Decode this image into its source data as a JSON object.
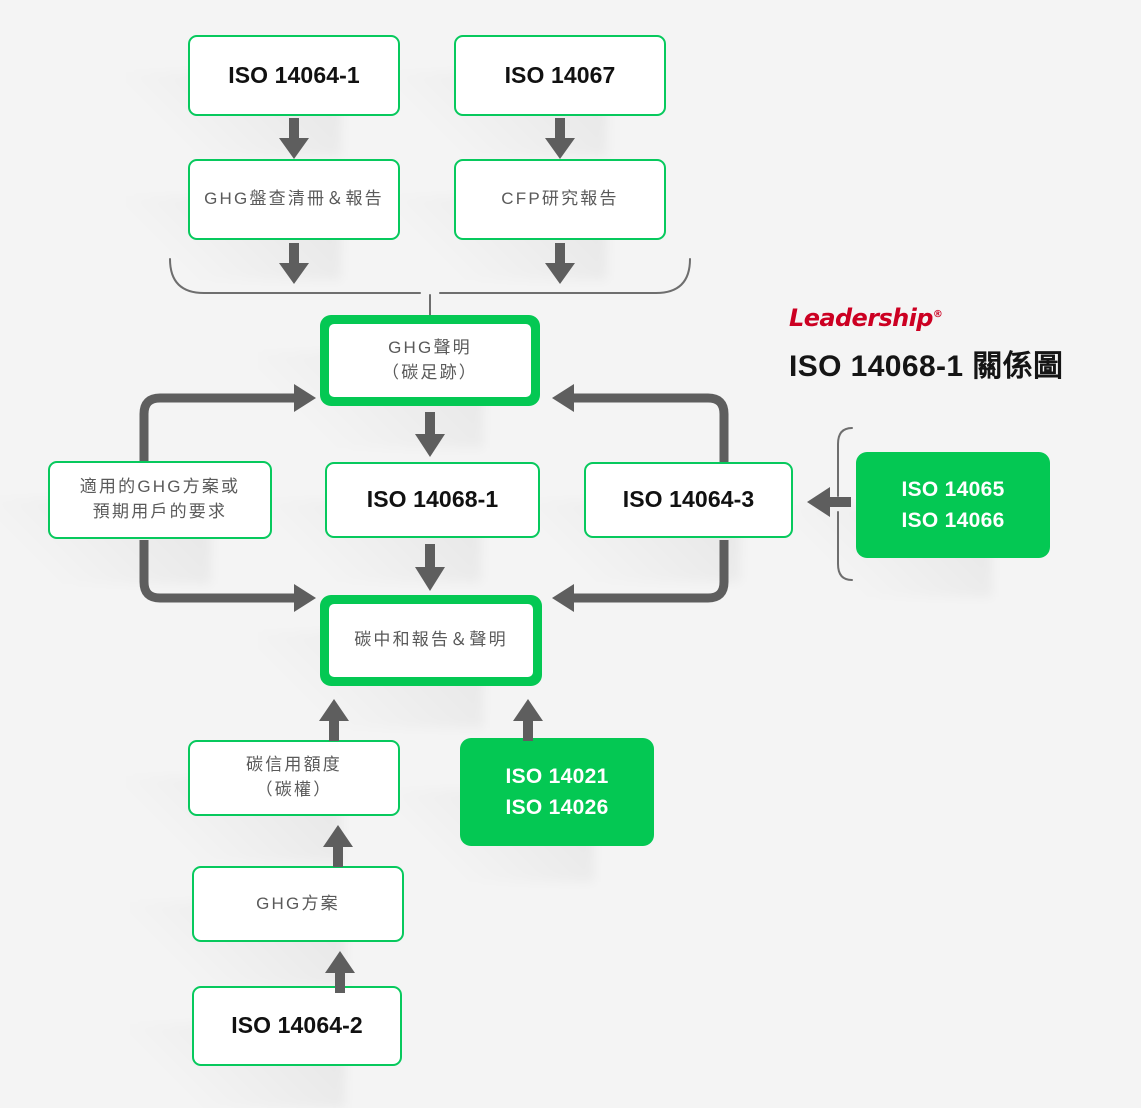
{
  "header": {
    "brand": "Leadership",
    "brand_mark": "®",
    "title": "ISO 14068-1 關係圖",
    "brand_color": "#cc0022",
    "title_color": "#151515"
  },
  "theme": {
    "background": "#f4f4f4",
    "accent_green": "#04c853",
    "outline_green": "#07c95d",
    "arrow_gray": "#5e5e5e",
    "brace_gray": "#6e6e6e",
    "cjk_text": "#5a5a5a",
    "iso_text": "#111111"
  },
  "nodes": [
    {
      "id": "iso-14064-1",
      "label": "ISO 14064-1",
      "style": "thin",
      "text": "iso"
    },
    {
      "id": "iso-14067",
      "label": "ISO 14067",
      "style": "thin",
      "text": "iso"
    },
    {
      "id": "ghg-inventory",
      "label": "GHG盤查清冊＆報告",
      "style": "thin",
      "text": "cjk"
    },
    {
      "id": "cfp-report",
      "label": "CFP研究報告",
      "style": "thin",
      "text": "cjk"
    },
    {
      "id": "ghg-statement",
      "label_line1": "GHG聲明",
      "label_line2": "（碳足跡）",
      "style": "framed",
      "text": "cjk"
    },
    {
      "id": "ghg-program-req",
      "label_line1": "適用的GHG方案或",
      "label_line2": "預期用戶的要求",
      "style": "thin",
      "text": "cjk"
    },
    {
      "id": "iso-14068-1",
      "label": "ISO 14068-1",
      "style": "thin",
      "text": "iso"
    },
    {
      "id": "iso-14064-3",
      "label": "ISO 14064-3",
      "style": "thin",
      "text": "iso"
    },
    {
      "id": "iso-14065-14066",
      "label_line1": "ISO 14065",
      "label_line2": "ISO 14066",
      "style": "solid",
      "text": "iso-white"
    },
    {
      "id": "carbon-neutral-report",
      "label": "碳中和報告＆聲明",
      "style": "framed",
      "text": "cjk"
    },
    {
      "id": "carbon-credit",
      "label_line1": "碳信用額度",
      "label_line2": "（碳權）",
      "style": "thin",
      "text": "cjk"
    },
    {
      "id": "iso-14021-14026",
      "label_line1": "ISO 14021",
      "label_line2": "ISO 14026",
      "style": "solid",
      "text": "iso-white"
    },
    {
      "id": "ghg-program",
      "label": "GHG方案",
      "style": "thin",
      "text": "cjk"
    },
    {
      "id": "iso-14064-2",
      "label": "ISO 14064-2",
      "style": "thin",
      "text": "iso"
    }
  ],
  "labels": {
    "iso_14064_1": "ISO 14064-1",
    "iso_14067": "ISO 14067",
    "ghg_inventory": "GHG盤查清冊＆報告",
    "cfp_report": "CFP研究報告",
    "ghg_statement_1": "GHG聲明",
    "ghg_statement_2": "（碳足跡）",
    "ghg_program_req_1": "適用的GHG方案或",
    "ghg_program_req_2": "預期用戶的要求",
    "iso_14068_1": "ISO 14068-1",
    "iso_14064_3": "ISO 14064-3",
    "iso_14065": "ISO 14065",
    "iso_14066": "ISO 14066",
    "carbon_neutral_report": "碳中和報告＆聲明",
    "carbon_credit_1": "碳信用額度",
    "carbon_credit_2": "（碳權）",
    "iso_14021": "ISO 14021",
    "iso_14026": "ISO 14026",
    "ghg_program": "GHG方案",
    "iso_14064_2": "ISO 14064-2"
  }
}
